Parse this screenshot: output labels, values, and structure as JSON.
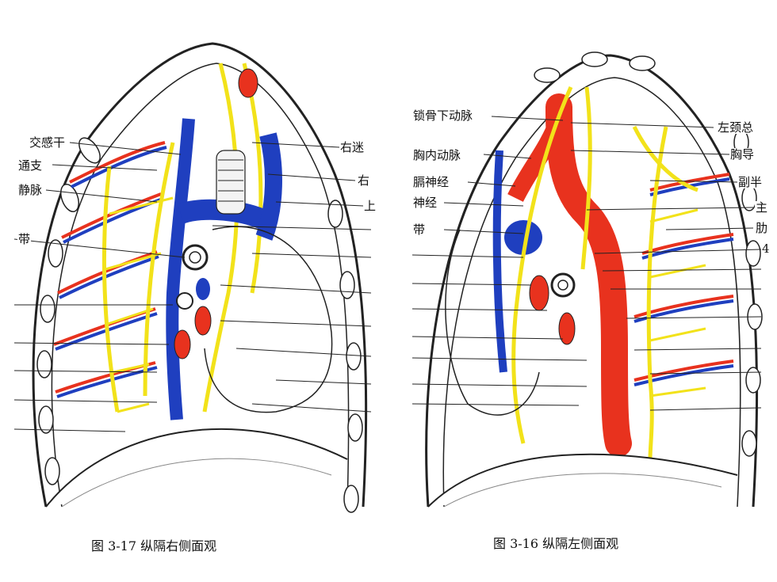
{
  "right_figure": {
    "caption": "图 3-17  纵隔右侧面观",
    "labels_left": [
      "交感干",
      "通支",
      "静脉",
      "带"
    ],
    "labels_right": [
      "右迷",
      "右",
      "上"
    ]
  },
  "left_figure": {
    "caption": "图 3-16   纵隔左侧面观",
    "labels_left": [
      "锁骨下动脉",
      "胸内动脉",
      "膈神经",
      "神经",
      "带"
    ],
    "labels_right": [
      "左颈总",
      "胸导",
      "副半",
      "主",
      "肋",
      "4"
    ]
  },
  "colors": {
    "artery": "#e8321e",
    "vein": "#1f3fbf",
    "nerve": "#f2e21a",
    "line": "#222222"
  }
}
